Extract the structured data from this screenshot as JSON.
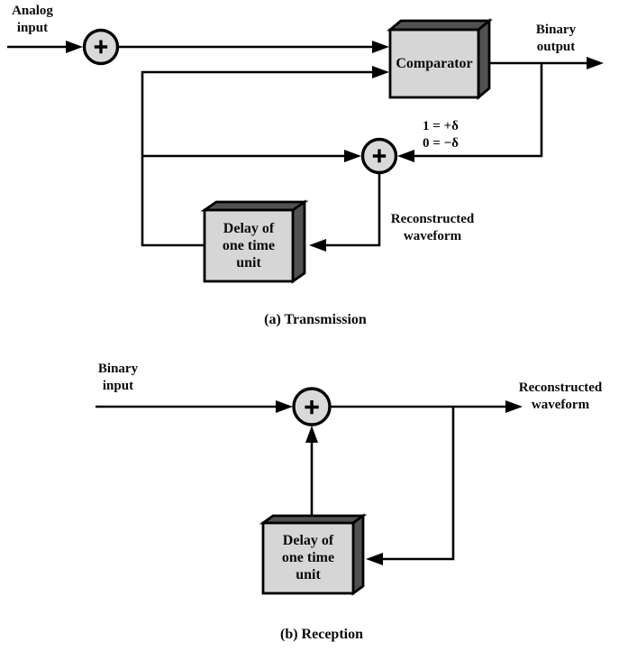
{
  "colors": {
    "background": "#ffffff",
    "box_front": "#d6d6d6",
    "box_shade": "#515151",
    "circle_fill": "#d9d9d9",
    "line": "#000000"
  },
  "icons": {
    "plus": "+"
  },
  "transmission": {
    "caption": "(a) Transmission",
    "input_label": "Analog\ninput",
    "output_label": "Binary\noutput",
    "comparator_label": "Comparator",
    "delay_label": "Delay of\none time\nunit",
    "delta_legend": "1 = +δ\n0 = −δ",
    "reconstructed_label": "Reconstructed\nwaveform"
  },
  "reception": {
    "caption": "(b) Reception",
    "input_label": "Binary\ninput",
    "output_label": "Reconstructed\nwaveform",
    "delay_label": "Delay of\none time\nunit"
  }
}
